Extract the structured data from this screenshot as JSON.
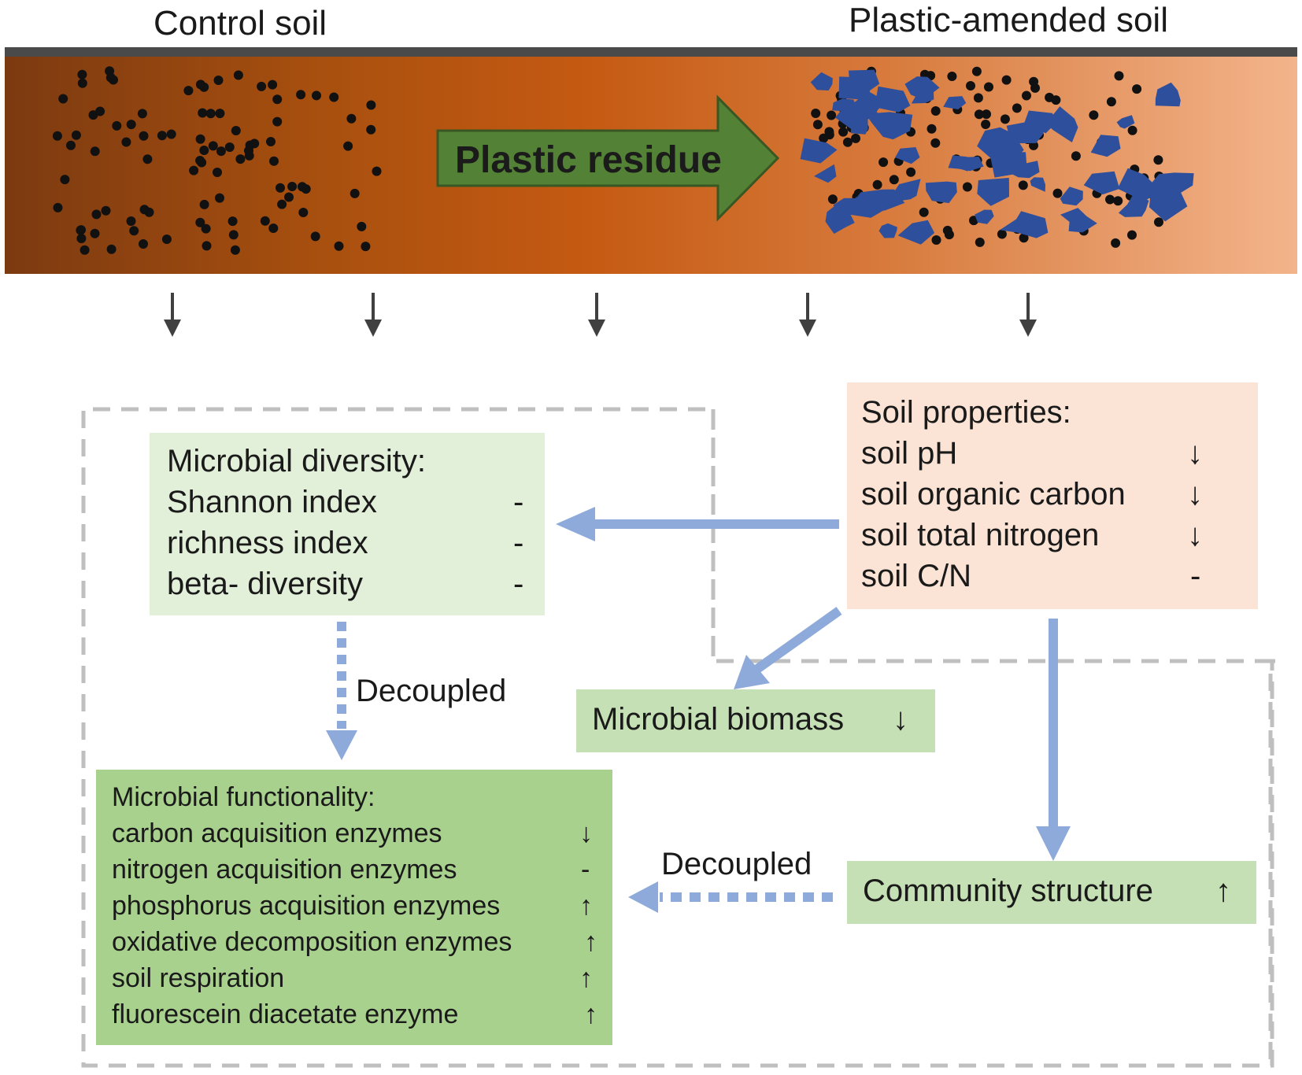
{
  "headings": {
    "control": "Control soil",
    "amended": "Plastic-amended soil"
  },
  "plastic_arrow": {
    "label": "Plastic residue",
    "fill_color": "#538135",
    "stroke_color": "#385723"
  },
  "colors": {
    "soil_dark": "#7c3a10",
    "soil_mid": "#c55a12",
    "soil_light": "#f3b48b",
    "particle": "#111111",
    "plastic_fragment": "#2e4f9b",
    "flow_arrow": "#8eaadb",
    "down_arrow": "#404040",
    "dashed_border": "#bfbfbf"
  },
  "microbial_diversity": {
    "title": "Microbial diversity:",
    "rows": [
      {
        "label": "Shannon index",
        "symbol": "-"
      },
      {
        "label": "richness index",
        "symbol": "-"
      },
      {
        "label": "beta- diversity",
        "symbol": "-"
      }
    ]
  },
  "soil_properties": {
    "title": "Soil properties:",
    "rows": [
      {
        "label": "soil pH",
        "symbol": "↓"
      },
      {
        "label": "soil organic carbon",
        "symbol": "↓"
      },
      {
        "label": "soil total nitrogen",
        "symbol": "↓"
      },
      {
        "label": "soil C/N",
        "symbol": "-"
      }
    ]
  },
  "microbial_biomass": {
    "label": "Microbial biomass",
    "symbol": "↓"
  },
  "microbial_functionality": {
    "title": "Microbial functionality:",
    "rows": [
      {
        "label": "carbon acquisition enzymes",
        "symbol": "↓"
      },
      {
        "label": "nitrogen acquisition enzymes",
        "symbol": "-"
      },
      {
        "label": "phosphorus acquisition enzymes",
        "symbol": "↑"
      },
      {
        "label": "oxidative decomposition enzymes",
        "symbol": "↑"
      },
      {
        "label": "soil respiration",
        "symbol": "↑"
      },
      {
        "label": "fluorescein diacetate enzyme",
        "symbol": "↑"
      }
    ]
  },
  "community_structure": {
    "label": "Community structure",
    "symbol": "↑"
  },
  "links": {
    "decoupled_vertical": "Decoupled",
    "decoupled_horizontal": "Decoupled"
  }
}
